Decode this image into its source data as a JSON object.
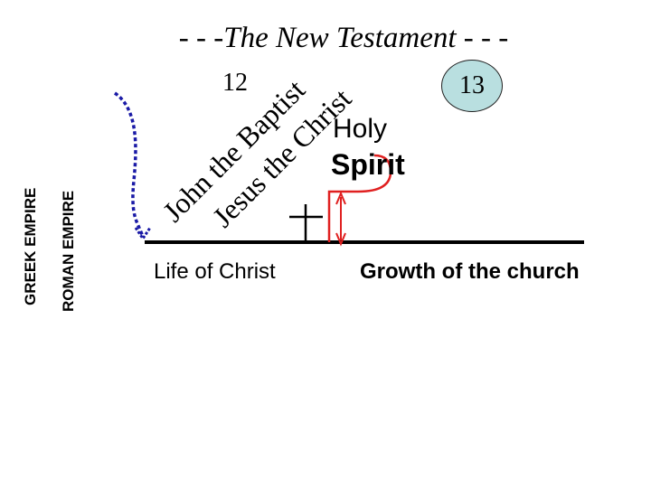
{
  "title": "- - -The New Testament - - -",
  "chapter_left": "12",
  "chapter_right": "13",
  "empires": {
    "greek": "GREEK EMPIRE",
    "roman": "ROMAN EMPIRE"
  },
  "diagonal_labels": {
    "john": "John the Baptist",
    "jesus": "Jesus the Christ"
  },
  "holy_spirit": {
    "line1": "Holy",
    "line2": "Spirit"
  },
  "periods": {
    "life_of_christ": "Life of Christ",
    "growth_of_church": "Growth of the church"
  },
  "colors": {
    "dotted_arrow": "#1a1aa6",
    "spirit_marks": "#e02020",
    "circle_fill": "#b9dfe0"
  }
}
